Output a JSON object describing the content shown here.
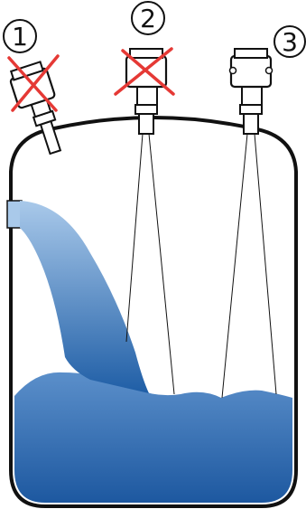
{
  "diagram": {
    "positions": [
      {
        "number": "1",
        "recommended": false
      },
      {
        "number": "2",
        "recommended": false
      },
      {
        "number": "3",
        "recommended": true
      }
    ],
    "colors": {
      "liquid_top": "#a9c9ea",
      "liquid_bottom": "#1f5ea6",
      "tank_outline": "#111111",
      "cross_mark": "#e53935",
      "sensor_body": "#ffffff"
    }
  }
}
